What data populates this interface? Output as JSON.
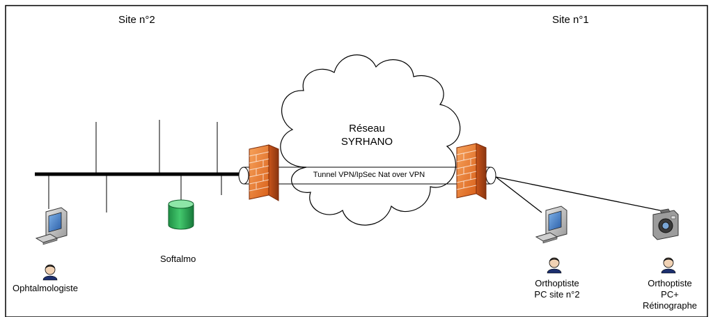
{
  "labels": {
    "site2": "Site n°2",
    "site1": "Site n°1",
    "network_line1": "Réseau",
    "network_line2": "SYRHANO",
    "tunnel": "Tunnel VPN/IpSec Nat over VPN",
    "server": "Softalmo",
    "ophtalmologist": "Ophtalmologiste",
    "orthoptist_pc_line1": "Orthoptiste",
    "orthoptist_pc_line2": "PC site n°2",
    "orthoptist_retino_line1": "Orthoptiste",
    "orthoptist_retino_line2": "PC+",
    "orthoptist_retino_line3": "Rétinographe"
  },
  "colors": {
    "firewall": "#e8782a",
    "server": "#2fb55a",
    "line": "#000000"
  }
}
